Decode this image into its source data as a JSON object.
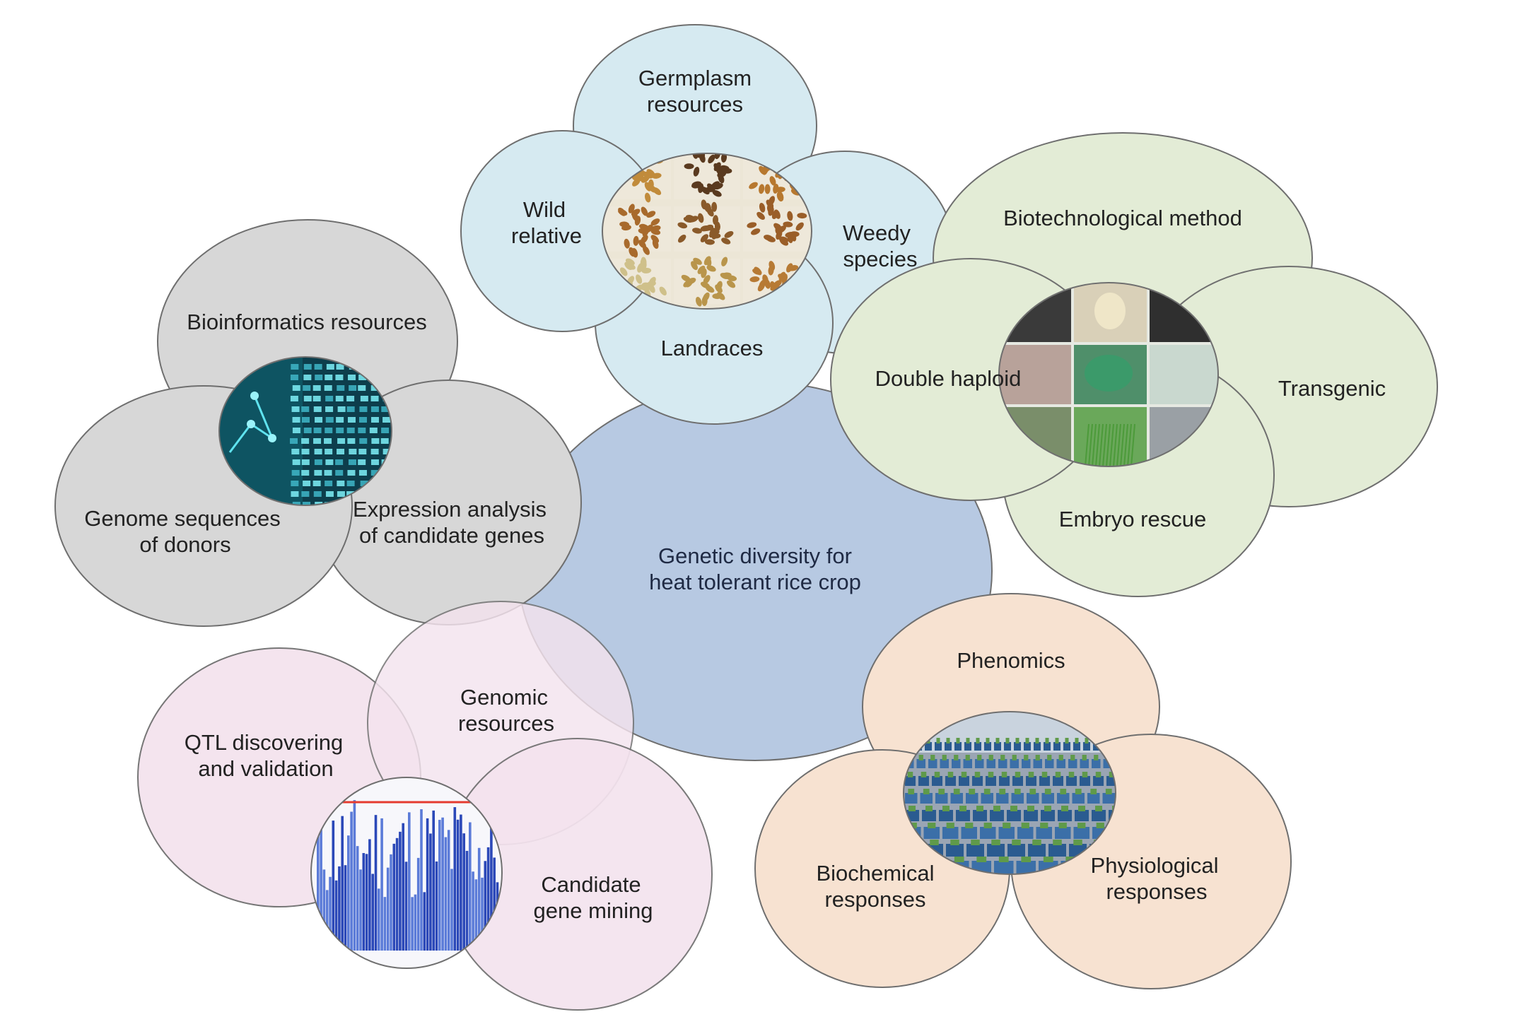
{
  "title": "Genetic diversity for heat tolerant rice crop",
  "colors": {
    "center": "#b7c9e2",
    "germplasm": "#d6eaf1",
    "bioinformatics": "#d7d7d7",
    "biotech": "#e3ecd6",
    "genomic": "#f4e3ee",
    "phenomics": "#f7e2d1"
  },
  "center": {
    "line1": "Genetic diversity for",
    "line2": "heat tolerant rice crop"
  },
  "germplasm": {
    "main": {
      "line1": "Germplasm",
      "line2": "resources"
    },
    "wild": {
      "line1": "Wild",
      "line2": "relative"
    },
    "weedy": {
      "line1": "Weedy",
      "line2": "species"
    },
    "landraces": "Landraces"
  },
  "bioinformatics": {
    "main": "Bioinformatics resources",
    "genome": {
      "line1": "Genome sequences",
      "line2": "of donors"
    },
    "expression": {
      "line1": "Expression analysis",
      "line2": "of candidate genes"
    }
  },
  "biotech": {
    "main": "Biotechnological method",
    "double_haploid": "Double haploid",
    "transgenic": "Transgenic",
    "embryo": "Embryo rescue"
  },
  "genomic": {
    "qtl": {
      "line1": "QTL discovering",
      "line2": "and validation"
    },
    "main": {
      "line1": "Genomic",
      "line2": "resources"
    },
    "candidate": {
      "line1": "Candidate",
      "line2": "gene mining"
    }
  },
  "phenomics": {
    "main": "Phenomics",
    "biochemical": {
      "line1": "Biochemical",
      "line2": "responses"
    },
    "physiological": {
      "line1": "Physiological",
      "line2": "responses"
    }
  },
  "icons": [
    "seed-grid-photo",
    "dna-sequence-photo",
    "tissue-culture-photo",
    "manhattan-plot-photo",
    "phenotyping-greenhouse-photo"
  ]
}
